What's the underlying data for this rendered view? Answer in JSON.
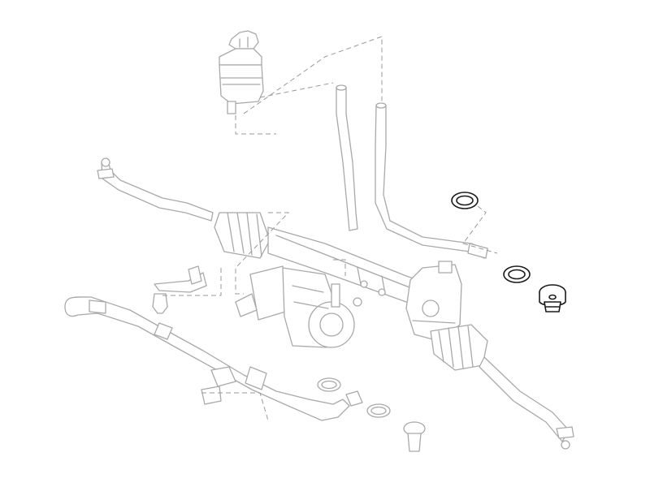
{
  "diagram": {
    "kind": "exploded-parts-view",
    "highlighted_parts": [
      "upper-sealing-ring",
      "lower-sealing-ring",
      "hollow-banjo-bolt"
    ],
    "colors": {
      "faded": "#a9a9a9",
      "highlight": "#1a1a1a",
      "background": "#ffffff"
    }
  }
}
